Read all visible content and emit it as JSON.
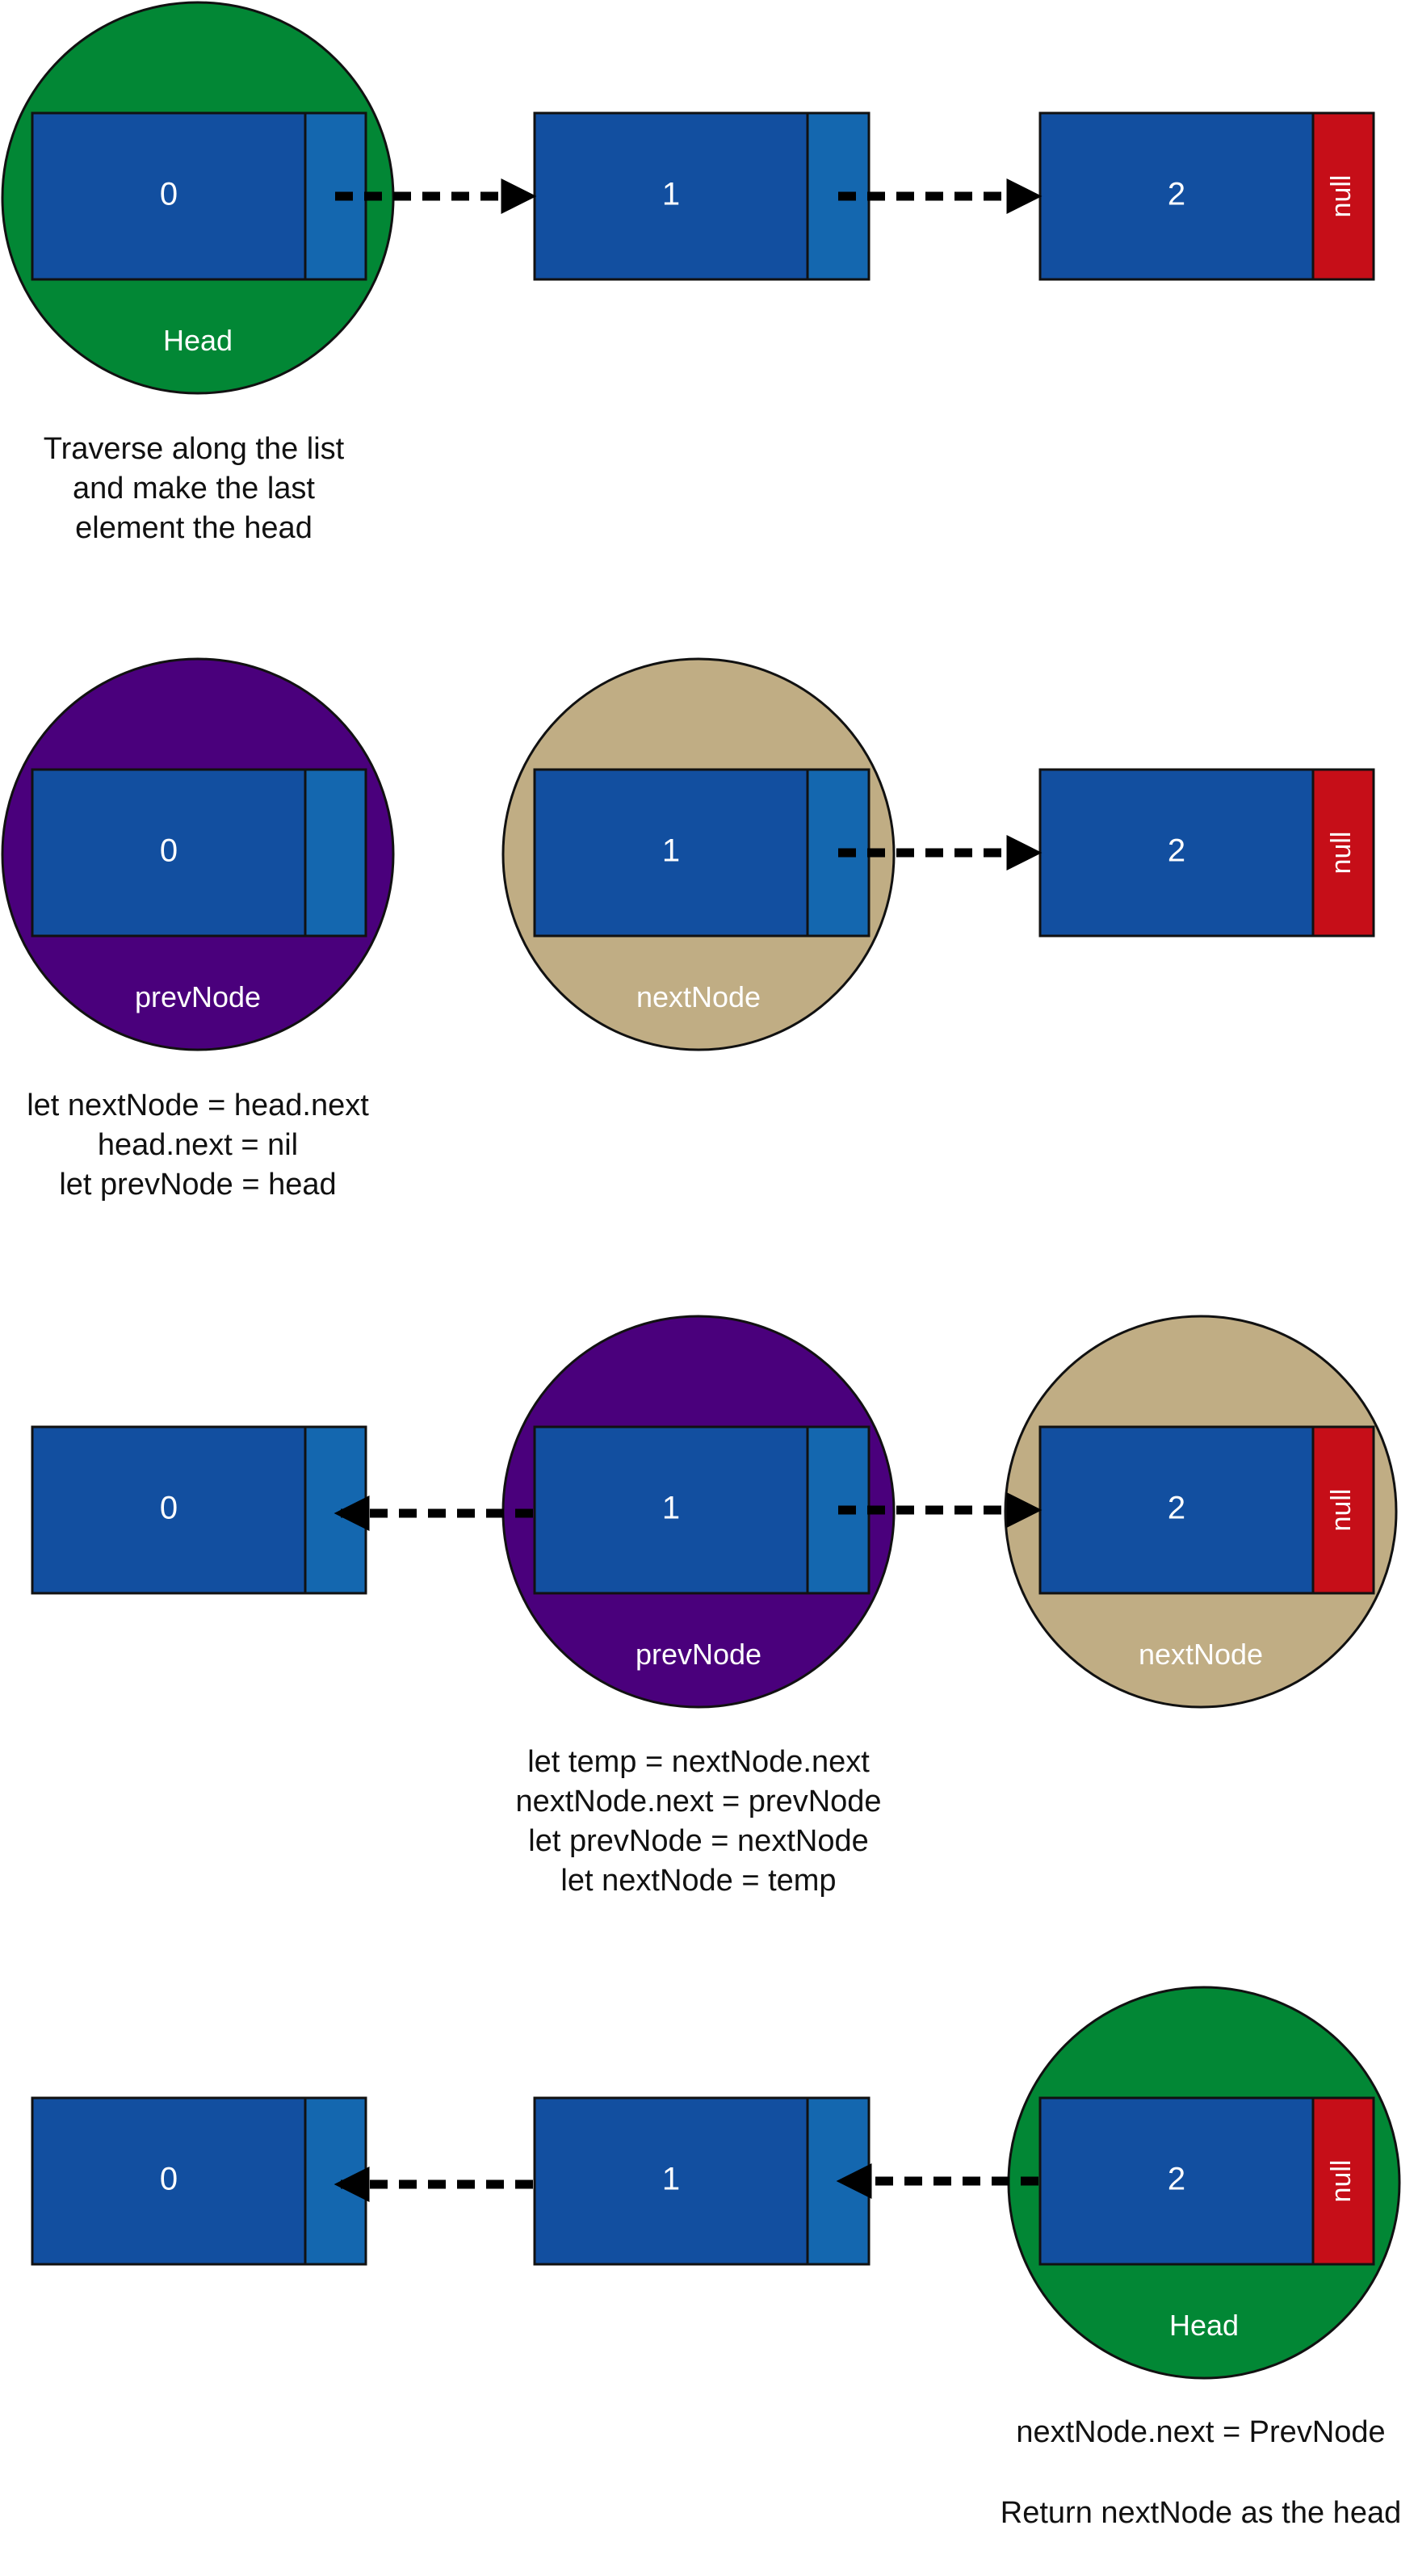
{
  "colors": {
    "node_body": "#124fa0",
    "node_pointer": "#1467af",
    "null_box": "#c60e18",
    "head_circle": "#028735",
    "prev_circle": "#4a007c",
    "next_circle": "#c0ad84",
    "arrow": "#000000",
    "text": "#111111"
  },
  "nodes": {
    "n0": "0",
    "n1": "1",
    "n2": "2"
  },
  "null_label": "null",
  "labels": {
    "head": "Head",
    "prev": "prevNode",
    "next": "nextNode"
  },
  "captions": {
    "step1": [
      "Traverse along the list",
      "and make the last",
      "element the head"
    ],
    "step2": [
      "let nextNode = head.next",
      "head.next = nil",
      "let prevNode = head"
    ],
    "step3": [
      "let temp = nextNode.next",
      "nextNode.next = prevNode",
      "let prevNode = nextNode",
      "let nextNode = temp"
    ],
    "step4_a": "nextNode.next = PrevNode",
    "step4_b": "Return nextNode as the head"
  }
}
